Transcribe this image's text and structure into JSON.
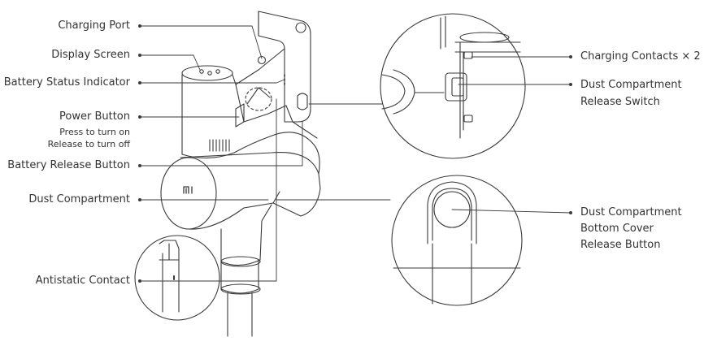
{
  "labels": {
    "charging_port": "Charging Port",
    "display_screen": "Display Screen",
    "battery_status_indicator": "Battery Status Indicator",
    "power_button": "Power Button",
    "power_button_note_1": "Press to turn on",
    "power_button_note_2": "Release to turn off",
    "battery_release_button": "Battery Release Button",
    "dust_compartment": "Dust Compartment",
    "antistatic_contact": "Antistatic Contact",
    "charging_contacts": "Charging Contacts × 2",
    "dust_release_switch_1": "Dust Compartment",
    "dust_release_switch_2": "Release Switch",
    "bottom_cover_1": "Dust Compartment",
    "bottom_cover_2": "Bottom Cover",
    "bottom_cover_3": "Release Button"
  },
  "logo_text": "mi",
  "colors": {
    "line": "#3a3a3a",
    "text": "#333333",
    "background": "#ffffff"
  }
}
